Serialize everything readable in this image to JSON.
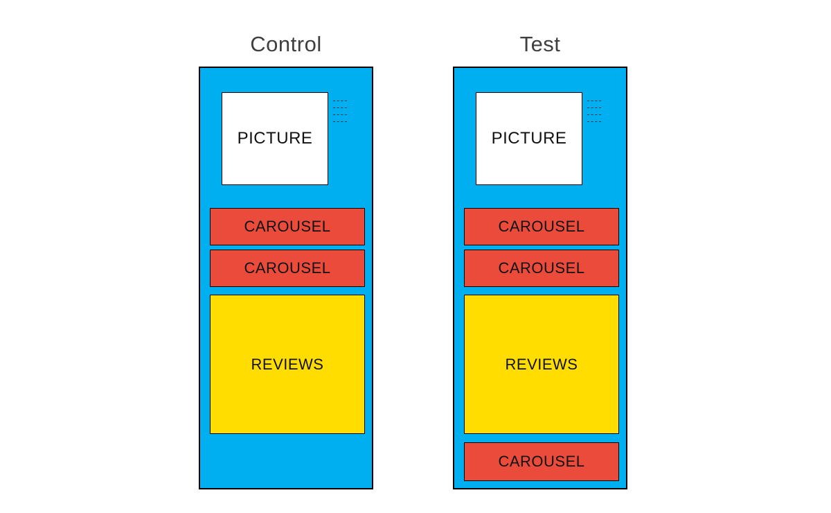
{
  "diagram": {
    "type": "ab-test-wireframe-comparison",
    "colors": {
      "frame_blue": "#00AFF0",
      "carousel_red": "#EA4B3B",
      "reviews_yellow": "#FFDD00",
      "title_gray": "#3F3F3F",
      "border_black": "#000000",
      "picture_white": "#FFFFFF"
    },
    "variants": [
      {
        "title": "Control",
        "picture_label": "PICTURE",
        "carousels": [
          "CAROUSEL",
          "CAROUSEL"
        ],
        "reviews_label": "REVIEWS"
      },
      {
        "title": "Test",
        "picture_label": "PICTURE",
        "carousels": [
          "CAROUSEL",
          "CAROUSEL",
          "CAROUSEL"
        ],
        "reviews_label": "REVIEWS"
      }
    ]
  }
}
